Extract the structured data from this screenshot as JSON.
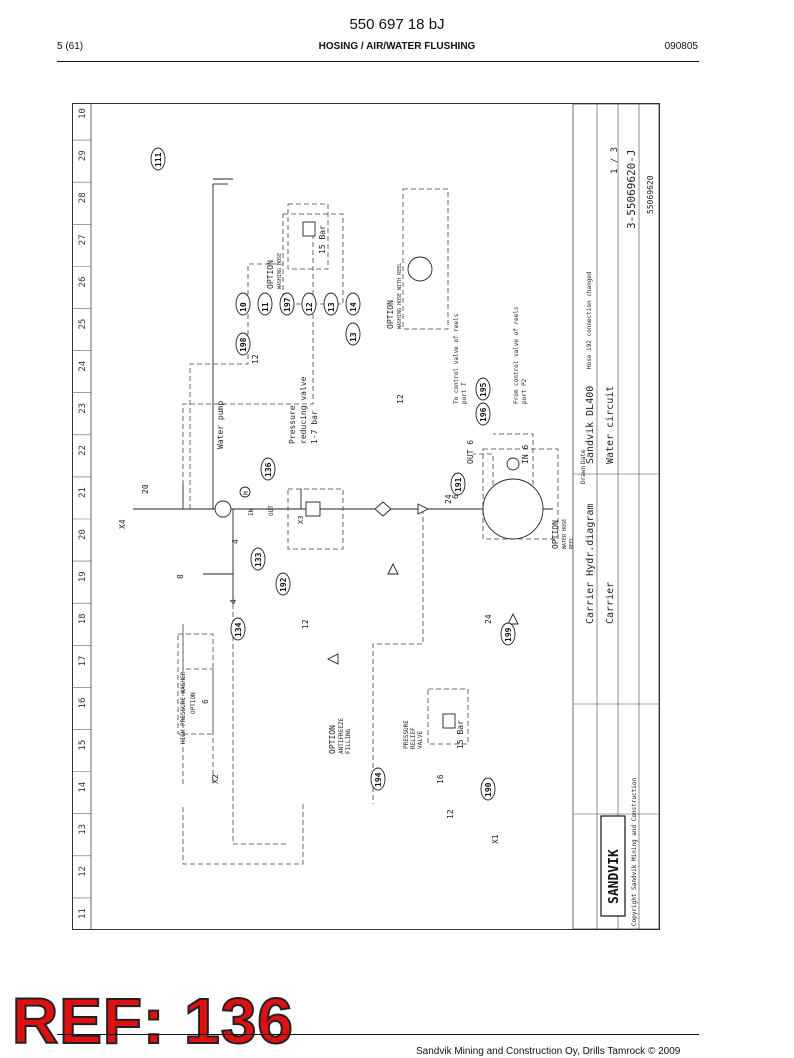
{
  "header": {
    "doc_number": "550 697 18 bJ",
    "page": "5 (61)",
    "section": "HOSING / AIR/WATER FLUSHING",
    "date_code": "090805"
  },
  "ref_label": "REF: 136",
  "footer": {
    "copyright": "Sandvik Mining and Construction Oy, Drills Tamrock © 2009"
  },
  "diagram": {
    "columns": [
      "11",
      "12",
      "13",
      "14",
      "15",
      "16",
      "17",
      "18",
      "19",
      "20",
      "21",
      "22",
      "23",
      "24",
      "25",
      "26",
      "27",
      "28",
      "29",
      "10"
    ],
    "callouts": [
      "111",
      "198",
      "136",
      "133",
      "134",
      "192",
      "191",
      "195",
      "196",
      "199",
      "194",
      "190",
      "13",
      "14",
      "13",
      "12",
      "197",
      "11",
      "10"
    ],
    "components": {
      "water_pump": "Water pump",
      "pressure_reducing": [
        "Pressure",
        "reducing valve",
        "1-7 bar"
      ],
      "relief_15_top": "15 Bar",
      "relief_15_bottom": "15 Bar",
      "pressure_relief": [
        "PRESSURE",
        "RELIEF",
        "VALVE"
      ],
      "option_washing": [
        "OPTION",
        "WASHING HOSE"
      ],
      "option_washing_reel": [
        "OPTION",
        "WASHING HOSE WITH REEL"
      ],
      "option_antifreeze": [
        "OPTION",
        "ANTIFREEZE",
        "FILLING"
      ],
      "option_water_reel": [
        "OPTION",
        "WATER HOSE",
        "REEL"
      ],
      "high_pressure_washer": "HIGH PRESSURE WASHER",
      "option_small": "OPTION",
      "to_control": [
        "To control valve of reels",
        "port T"
      ],
      "from_control": [
        "From control valve of reels",
        "port P2"
      ],
      "connectors": [
        "X4",
        "X2",
        "X1",
        "X3"
      ],
      "ports": [
        "OUT",
        "IN",
        "OUT 6",
        "IN 6",
        "M"
      ],
      "hose_sizes": [
        "20",
        "12",
        "12",
        "8",
        "4",
        "4",
        "6",
        "24",
        "24",
        "12",
        "16",
        "12",
        "6"
      ]
    },
    "title_block": {
      "company": "SANDVIK",
      "copyright": "Copyright Sandvik Mining and Construction",
      "title": "Carrier Hydr.diagram",
      "subtitle": "Carrier",
      "product": "Sandvik DL400",
      "circuit": "Water circuit",
      "dwg_no": "3-55069620-J",
      "ref_no": "55069620",
      "sheet": "1 / 3",
      "revision_note": "Hose 192 connection changed",
      "drawn": "Drawn",
      "date_label": "Date"
    }
  }
}
